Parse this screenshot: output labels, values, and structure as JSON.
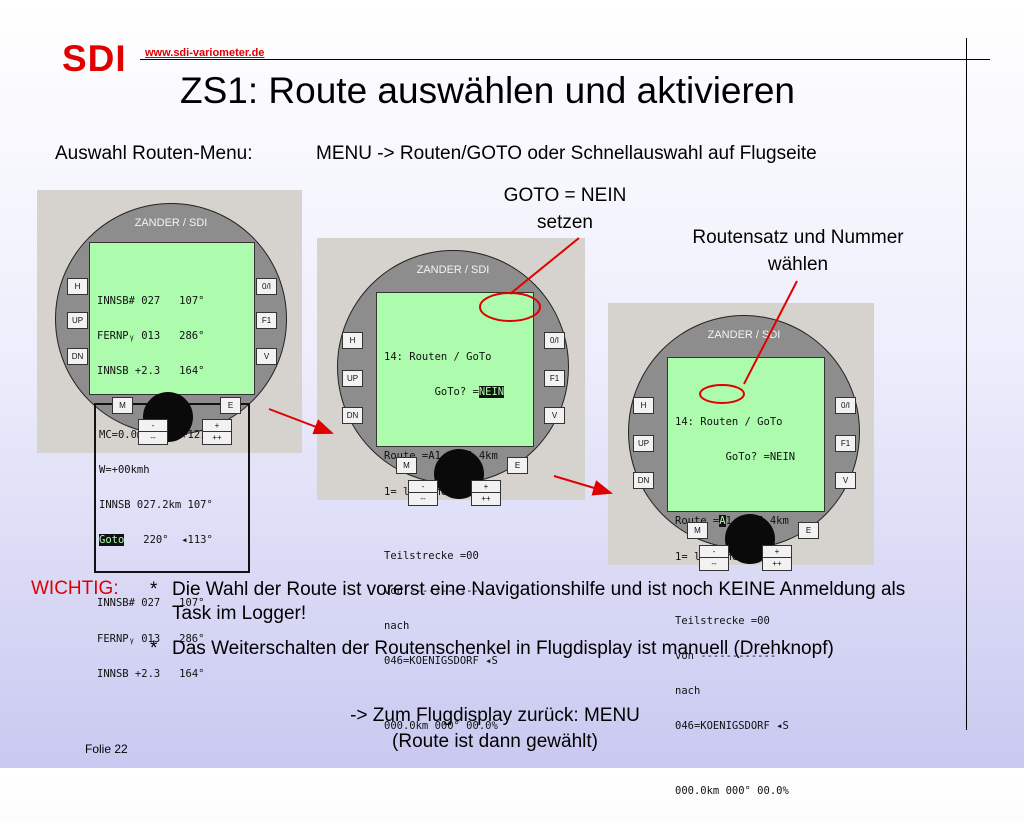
{
  "header": {
    "logo": "SDI",
    "url": "www.sdi-variometer.de",
    "title": "ZS1: Route auswählen und aktivieren"
  },
  "intro": {
    "label": "Auswahl Routen-Menu:",
    "path": "MENU -> Routen/GOTO oder Schnellauswahl auf Flugseite"
  },
  "annotations": {
    "goto_l1": "GOTO = NEIN",
    "goto_l2": "setzen",
    "route_l1": "Routensatz und Nummer",
    "route_l2": "wählen"
  },
  "device": {
    "brand": "ZANDER / SDI",
    "left_buttons": [
      "H",
      "UP",
      "DN"
    ],
    "right_buttons": [
      "0/I",
      "F1",
      "V"
    ],
    "m_button": "M",
    "e_button": "E",
    "minus": "-",
    "minus2": "--",
    "plus": "+",
    "plus2": "++"
  },
  "screen1": {
    "top": [
      "INNSB# 027   107°",
      "FERNPᵧ 013   286°",
      "INNSB +2.3   164°"
    ],
    "box": [
      "MC=0.0m/s    +1215m",
      "W=+00kmh",
      "INNSB 027.2km 107°"
    ],
    "box_goto": "Goto",
    "box_goto_rest": "   220°  ◂113°",
    "bottom": [
      "INNSB# 027   107°",
      "FERNPᵧ 013   286°",
      "INNSB +2.3   164°"
    ]
  },
  "screen2": {
    "l1": "14: Routen / GoTo",
    "l2a": "        GoTo? =",
    "l2b": "NEIN",
    "l3": "Route =A1  385.4km",
    "l4": "1= loeschen  =NEIN",
    "l5": "Teilstrecke =00",
    "l6": "von ------------",
    "l7": "nach",
    "l8": "046=KOENIGSDORF ◂S",
    "l9": "000.0km 000° 00.0%"
  },
  "screen3": {
    "l1": "14: Routen / GoTo",
    "l2": "        GoTo? =NEIN",
    "l3a": "Route =",
    "l3b": "A",
    "l3c": "1  385.4km",
    "l4": "1= loeschen  =NEIN",
    "l5": "Teilstrecke =00",
    "l6": "von ------------",
    "l7": "nach",
    "l8": "046=KOENIGSDORF ◂S",
    "l9": "000.0km 000° 00.0%"
  },
  "notes": {
    "label": "WICHTIG:",
    "bullet": "*",
    "b1": "Die Wahl der Route ist vorerst eine Navigationshilfe und ist noch KEINE Anmeldung als Task im Logger!",
    "b2": "Das Weiterschalten der Routenschenkel in Flugdisplay ist manuell (Drehknopf)",
    "back1": "-> Zum Flugdisplay zurück: MENU",
    "back2": "(Route ist dann gewählt)"
  },
  "footer": {
    "slide": "Folie 22"
  },
  "colors": {
    "accent": "#e00000",
    "lcd": "#adfcad",
    "device": "#8d8d8d"
  }
}
